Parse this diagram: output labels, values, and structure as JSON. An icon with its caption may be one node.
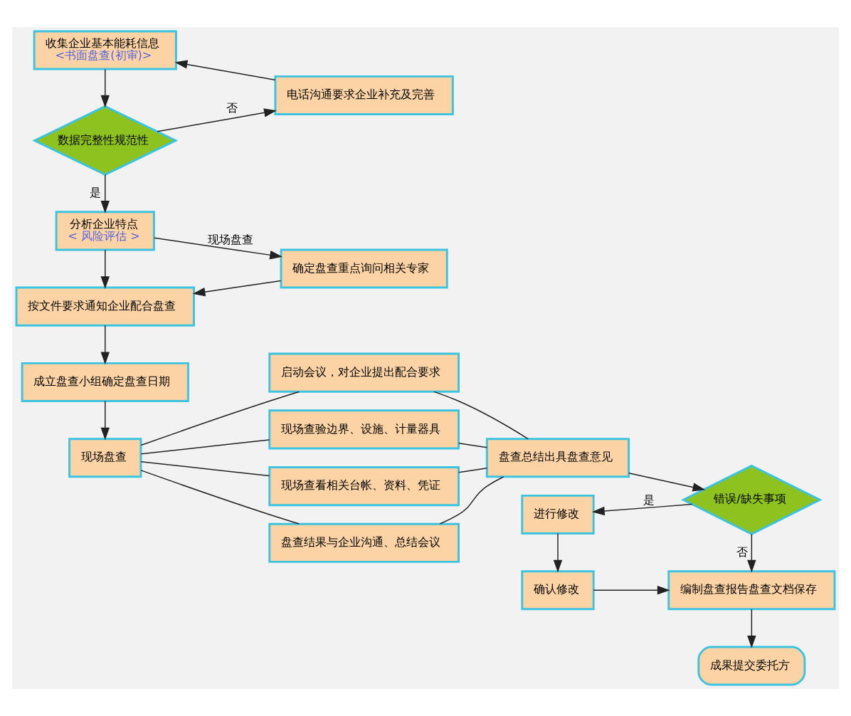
{
  "diagram": {
    "nodes": [
      {
        "text": [
          "收集企业基本能耗信息",
          "<书面盘查(初审)>"
        ]
      },
      {
        "text": [
          "数据完整性规范性"
        ]
      },
      {
        "text": [
          "电话沟通要求企业补充及完善"
        ]
      },
      {
        "text": [
          "分析企业特点",
          "< 风险评估 >"
        ]
      },
      {
        "text": [
          "确定盘查重点询问相关专家"
        ]
      },
      {
        "text": [
          "按文件要求通知企业配合盘查"
        ]
      },
      {
        "text": [
          "成立盘查小组确定盘查日期"
        ]
      },
      {
        "text": [
          "现场盘查"
        ]
      },
      {
        "text": [
          "启动会议，对企业提出配合要求"
        ]
      },
      {
        "text": [
          "现场查验边界、设施、计量器具"
        ]
      },
      {
        "text": [
          "现场查看相关台帐、资料、凭证"
        ]
      },
      {
        "text": [
          "盘查结果与企业沟通、总结会议"
        ]
      },
      {
        "text": [
          "盘查总结出具盘查意见"
        ]
      },
      {
        "text": [
          "错误/缺失事项"
        ]
      },
      {
        "text": [
          "进行修改"
        ]
      },
      {
        "text": [
          "确认修改"
        ]
      },
      {
        "text": [
          "编制盘查报告盘查文档保存"
        ]
      },
      {
        "text": [
          "成果提交委托方"
        ]
      }
    ],
    "edges": [
      {
        "from": 0,
        "to": 1,
        "arrow": "to"
      },
      {
        "from": 1,
        "to": 2,
        "arrow": "to",
        "label": "否"
      },
      {
        "from": 2,
        "to": 0,
        "arrow": "to"
      },
      {
        "from": 1,
        "to": 3,
        "arrow": "to",
        "label": "是"
      },
      {
        "from": 3,
        "to": 4,
        "arrow": "to",
        "label": "现场盘查"
      },
      {
        "from": 3,
        "to": 5,
        "arrow": "to"
      },
      {
        "from": 4,
        "to": 5,
        "arrow": "to"
      },
      {
        "from": 5,
        "to": 6,
        "arrow": "to"
      },
      {
        "from": 6,
        "to": 7,
        "arrow": "to"
      },
      {
        "from": 7,
        "to": 8,
        "arrow": "none"
      },
      {
        "from": 7,
        "to": 9,
        "arrow": "none"
      },
      {
        "from": 7,
        "to": 10,
        "arrow": "none"
      },
      {
        "from": 7,
        "to": 11,
        "arrow": "none"
      },
      {
        "from": 8,
        "to": 12,
        "arrow": "none"
      },
      {
        "from": 9,
        "to": 12,
        "arrow": "none"
      },
      {
        "from": 10,
        "to": 12,
        "arrow": "none"
      },
      {
        "from": 11,
        "to": 12,
        "arrow": "none"
      },
      {
        "from": 12,
        "to": 13,
        "arrow": "to"
      },
      {
        "from": 13,
        "to": 14,
        "arrow": "to",
        "label": "是"
      },
      {
        "from": 14,
        "to": 15,
        "arrow": "to"
      },
      {
        "from": 15,
        "to": 16,
        "arrow": "to"
      },
      {
        "from": 13,
        "to": 16,
        "arrow": "to",
        "label": "否"
      },
      {
        "from": 16,
        "to": 17,
        "arrow": "to"
      }
    ]
  }
}
